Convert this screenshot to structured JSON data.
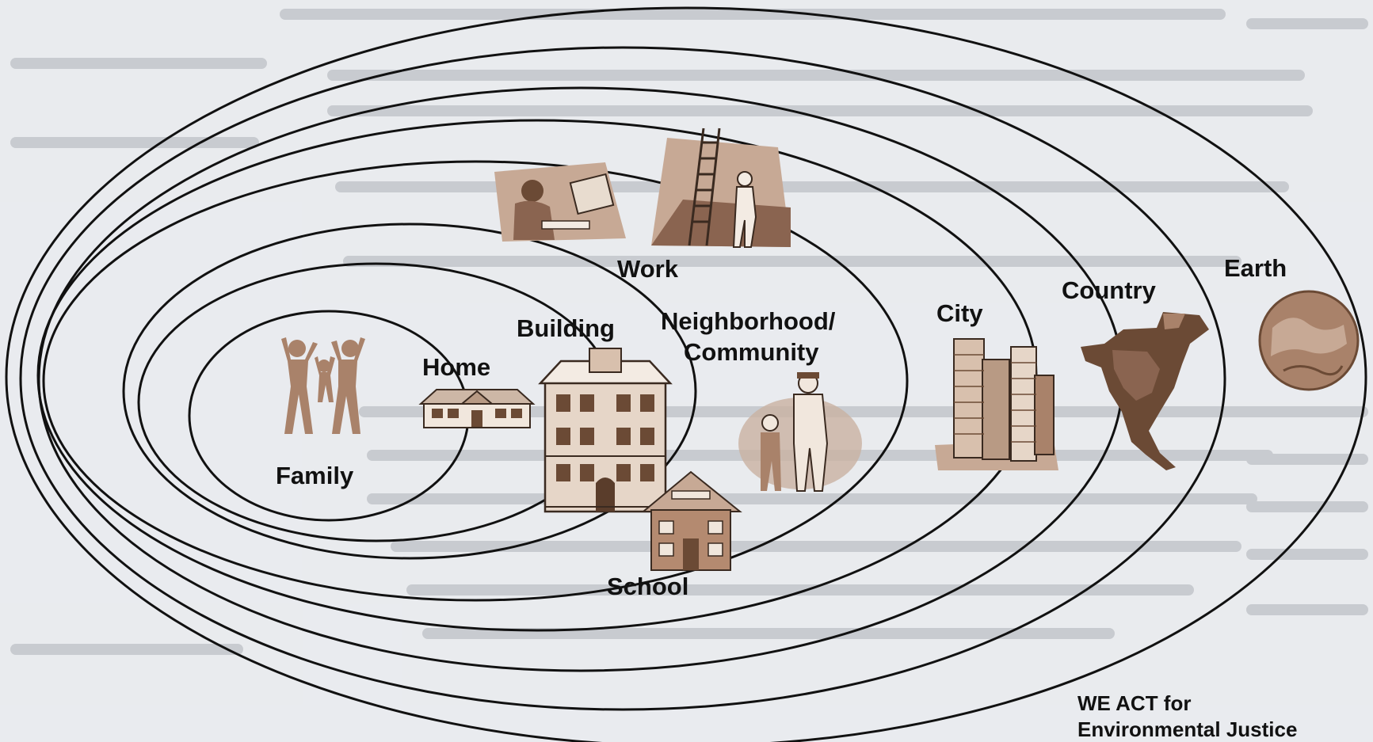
{
  "diagram": {
    "levels": [
      {
        "id": "family",
        "label": "Family"
      },
      {
        "id": "home",
        "label": "Home"
      },
      {
        "id": "building",
        "label": "Building"
      },
      {
        "id": "neighborhood",
        "label": "Neighborhood/",
        "label2": "Community"
      },
      {
        "id": "work",
        "label": "Work"
      },
      {
        "id": "school",
        "label": "School"
      },
      {
        "id": "city",
        "label": "City"
      },
      {
        "id": "country",
        "label": "Country"
      },
      {
        "id": "earth",
        "label": "Earth"
      }
    ],
    "credit": {
      "line1": "WE ACT for",
      "line2": "Environmental Justice"
    }
  },
  "colors": {
    "background": "#e9ebee",
    "ring_stroke": "#111111",
    "sepia": "#a9826a",
    "sepia_dark": "#6b4a35"
  },
  "icons": [
    "family-icon",
    "house-icon",
    "building-icon",
    "office-worker-icon",
    "ladder-worker-icon",
    "school-icon",
    "police-child-icon",
    "city-skyline-icon",
    "north-america-map-icon",
    "earth-globe-icon"
  ]
}
